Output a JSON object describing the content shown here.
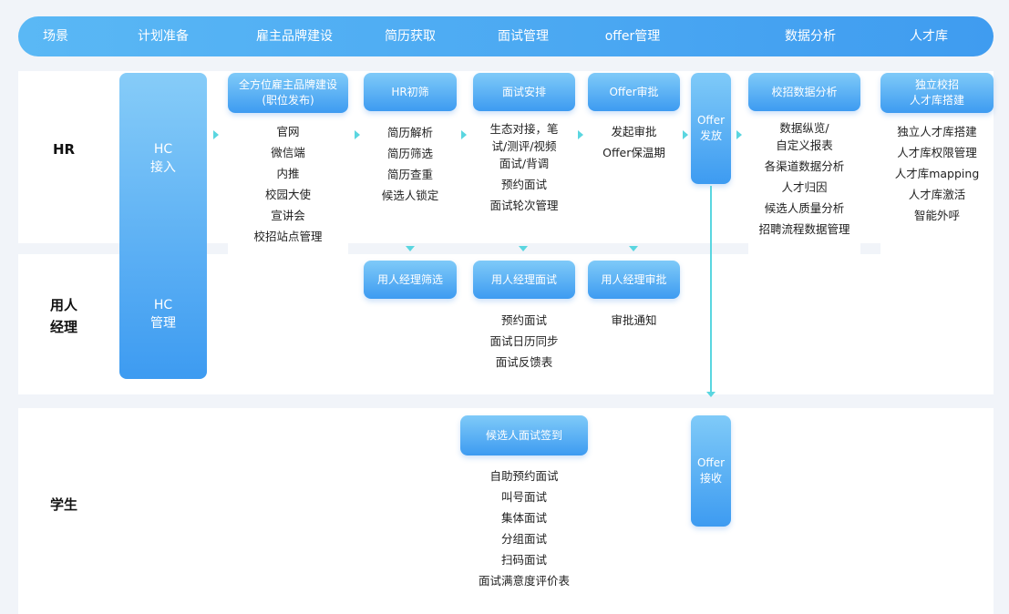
{
  "header": [
    "场景",
    "计划准备",
    "雇主品牌建设",
    "简历获取",
    "面试管理",
    "offer管理",
    "数据分析",
    "人才库"
  ],
  "roles": {
    "hr": "HR",
    "manager_1": "用人",
    "manager_2": "经理",
    "student": "学生"
  },
  "hc": {
    "access_1": "HC",
    "access_2": "接入",
    "manage_1": "HC",
    "manage_2": "管理"
  },
  "brand": {
    "title_1": "全方位雇主品牌建设",
    "title_2": "(职位发布)",
    "items": [
      "官网",
      "微信端",
      "内推",
      "校园大使",
      "宣讲会",
      "校招站点管理"
    ]
  },
  "resume": {
    "title": "HR初筛",
    "items": [
      "简历解析",
      "简历筛选",
      "简历查重",
      "候选人锁定"
    ],
    "manager_title": "用人经理筛选"
  },
  "interview": {
    "title": "面试安排",
    "items": [
      "生态对接，笔",
      "试/测评/视频",
      "面试/背调",
      "预约面试",
      "面试轮次管理"
    ],
    "manager_title": "用人经理面试",
    "manager_items": [
      "预约面试",
      "面试日历同步",
      "面试反馈表"
    ],
    "student_title": "候选人面试签到",
    "student_items": [
      "自助预约面试",
      "叫号面试",
      "集体面试",
      "分组面试",
      "扫码面试",
      "面试满意度评价表"
    ]
  },
  "offer": {
    "title": "Offer审批",
    "items": [
      "发起审批",
      "Offer保温期"
    ],
    "manager_title": "用人经理审批",
    "manager_items": [
      "审批通知"
    ],
    "send_1": "Offer",
    "send_2": "发放",
    "recv_1": "Offer",
    "recv_2": "接收"
  },
  "data": {
    "title": "校招数据分析",
    "items": [
      "数据纵览/",
      "自定义报表",
      "各渠道数据分析",
      "人才归因",
      "候选人质量分析",
      "招聘流程数据管理"
    ]
  },
  "talent": {
    "title_1": "独立校招",
    "title_2": "人才库搭建",
    "items": [
      "独立人才库搭建",
      "人才库权限管理",
      "人才库mapping",
      "人才库激活",
      "智能外呼"
    ]
  }
}
